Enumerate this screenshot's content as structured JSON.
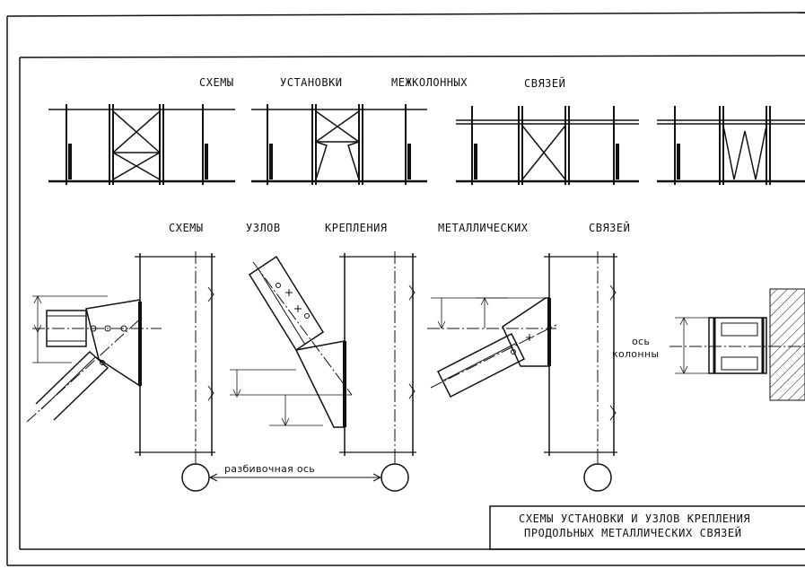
{
  "sheet": {
    "header_top": [
      "СХЕМЫ",
      "УСТАНОВКИ",
      "МЕЖКОЛОННЫХ",
      "СВЯЗЕЙ"
    ],
    "header_bottom": [
      "СХЕМЫ",
      "УЗЛОВ",
      "КРЕПЛЕНИЯ",
      "МЕТАЛЛИЧЕСКИХ",
      "СВЯЗЕЙ"
    ],
    "label_axis_line1": "ось",
    "label_axis_line2": "колонны",
    "label_layout_axis": "разбивочная ось",
    "title_line1": "СХЕМЫ УСТАНОВКИ И УЗЛОВ КРЕПЛЕНИЯ",
    "title_line2": "ПРОДОЛЬНЫХ МЕТАЛЛИЧЕСКИХ СВЯЗЕЙ"
  }
}
